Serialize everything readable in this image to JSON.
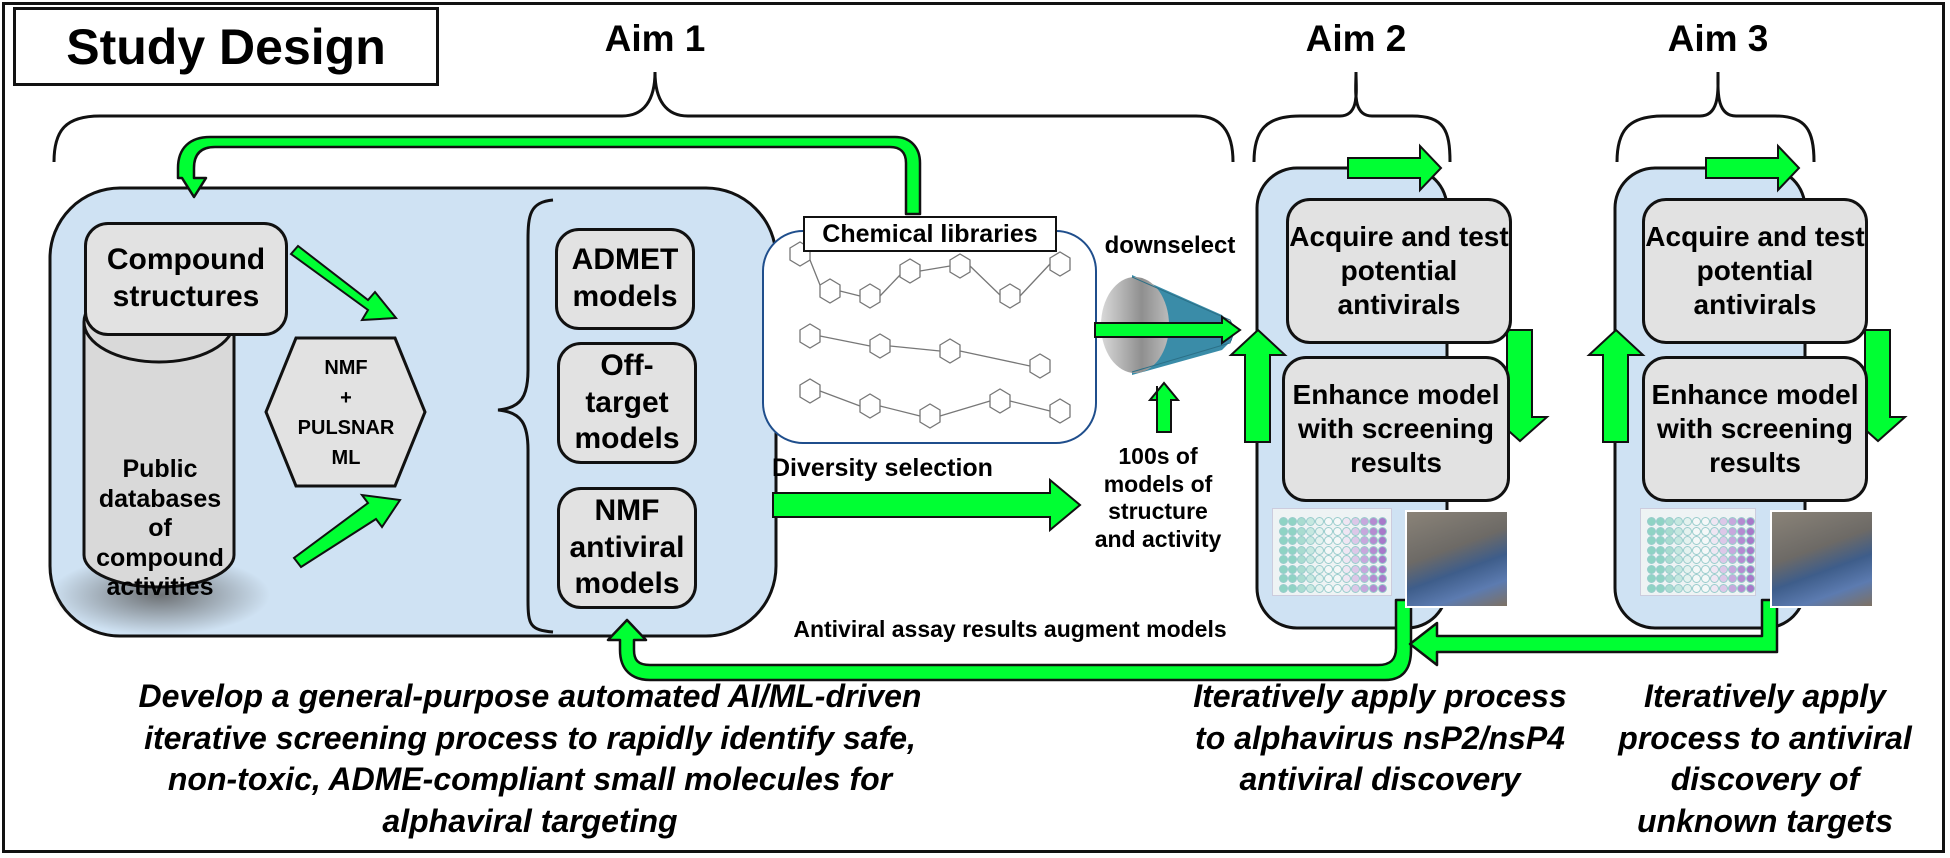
{
  "title": "Study Design",
  "aims": [
    {
      "label": "Aim 1",
      "caption": [
        "Develop a general-purpose automated AI/ML-driven",
        "iterative screening process  to rapidly identify safe,",
        "non-toxic, ADME-compliant small molecules for",
        "alphaviral targeting"
      ]
    },
    {
      "label": "Aim 2",
      "caption": [
        "Iteratively apply process",
        "to alphavirus nsP2/nsP4",
        "antiviral discovery"
      ]
    },
    {
      "label": "Aim 3",
      "caption": [
        "Iteratively apply",
        "process to antiviral",
        "discovery of",
        "unknown targets"
      ]
    }
  ],
  "aim1_panel": {
    "compound_structures": "Compound structures",
    "public_databases": "Public databases of compound activities",
    "ml_hexagon": [
      "NMF",
      "+",
      "PULSNAR",
      "ML"
    ],
    "models": [
      "ADMET models",
      "Off-target models",
      "NMF antiviral models"
    ]
  },
  "chemical_libraries": "Chemical libraries",
  "downselect": "downselect",
  "diversity_selection": "Diversity selection",
  "models_note": [
    "100s of",
    "models of",
    "structure",
    "and activity"
  ],
  "feedback_label": "Antiviral assay results augment models",
  "aim_cycle": {
    "acquire": "Acquire and test potential antivirals",
    "enhance": "Enhance model with screening results"
  },
  "colors": {
    "arrow_green": "#00ff33",
    "panel_blue": "#cfe2f3",
    "box_gray": "#e2e2e2",
    "funnel_teal": "#3a8ca8"
  }
}
